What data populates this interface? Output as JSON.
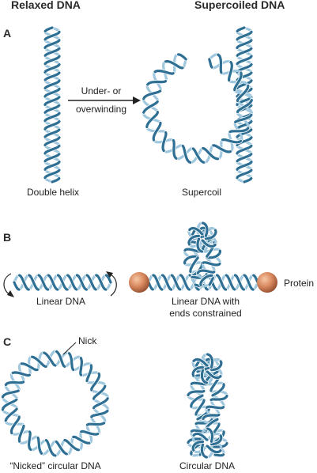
{
  "headers": {
    "relaxed": "Relaxed DNA",
    "supercoiled": "Supercoiled DNA"
  },
  "panels": {
    "a": "A",
    "b": "B",
    "c": "C"
  },
  "labels": {
    "arrow_line1": "Under- or",
    "arrow_line2": "overwinding",
    "double_helix": "Double helix",
    "supercoil": "Supercoil",
    "linear_dna": "Linear DNA",
    "linear_constrained_line1": "Linear DNA with",
    "linear_constrained_line2": "ends constrained",
    "protein": "Protein",
    "nick": "Nick",
    "nicked_circular": "“Nicked” circular DNA",
    "circular": "Circular DNA"
  },
  "colors": {
    "strand_dark": "#2e6f93",
    "strand_light": "#9fc7de",
    "protein": "#d9895f",
    "text": "#222222"
  }
}
